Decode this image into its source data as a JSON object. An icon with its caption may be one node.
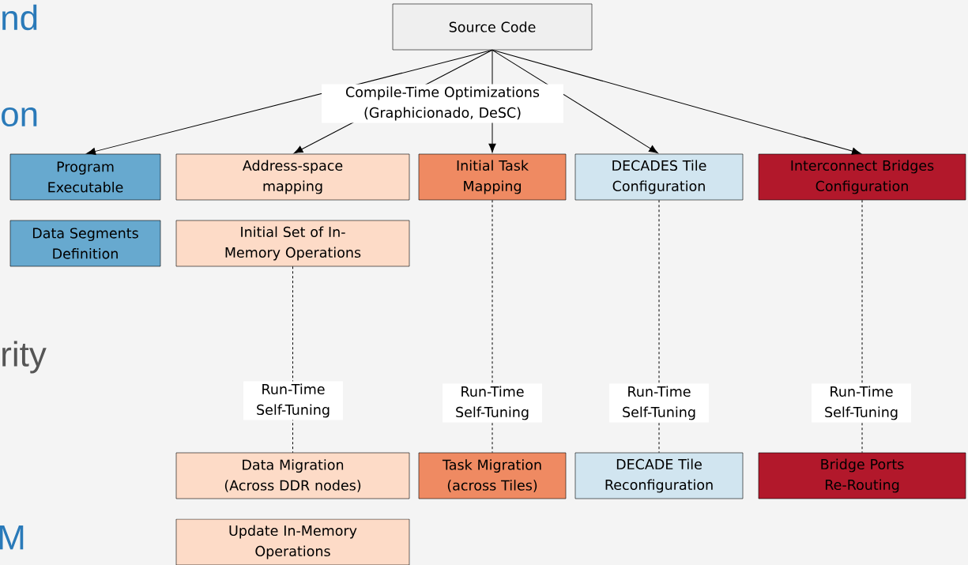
{
  "diagram": {
    "nodes": [
      {
        "text": [
          "Source Code"
        ]
      },
      {
        "text": [
          "Program Executable"
        ]
      },
      {
        "text": [
          "Address-space mapping"
        ]
      },
      {
        "text": [
          "Initial Task Mapping"
        ]
      },
      {
        "text": [
          "DECADES Tile Configuration"
        ]
      },
      {
        "text": [
          "Interconnect Bridges Configuration"
        ]
      },
      {
        "text": [
          "Data Segments Definition"
        ]
      },
      {
        "text": [
          "Initial Set of In-Memory Operations"
        ]
      },
      {
        "text": [
          "Data Migration (Across DDR nodes)"
        ]
      },
      {
        "text": [
          "Task Migration (across Tiles)"
        ]
      },
      {
        "text": [
          "DECADE Tile Reconfiguration"
        ]
      },
      {
        "text": [
          "Bridge Ports Re-Routing"
        ]
      },
      {
        "text": [
          "Update In-Memory Operations"
        ]
      }
    ],
    "edges": [
      {
        "from": 0,
        "to": 1,
        "arrow": "to"
      },
      {
        "from": 0,
        "to": 2,
        "arrow": "to"
      },
      {
        "from": 0,
        "to": 3,
        "arrow": "to",
        "label": "Compile-Time Optimizations (Graphicionado, DeSC)"
      },
      {
        "from": 0,
        "to": 4,
        "arrow": "to"
      },
      {
        "from": 0,
        "to": 5,
        "arrow": "to"
      },
      {
        "from": 7,
        "to": 8,
        "arrow": "none",
        "style": "dashed",
        "label": "Run-Time Self-Tuning"
      },
      {
        "from": 3,
        "to": 9,
        "arrow": "none",
        "style": "dashed",
        "label": "Run-Time Self-Tuning"
      },
      {
        "from": 4,
        "to": 10,
        "arrow": "none",
        "style": "dashed",
        "label": "Run-Time Self-Tuning"
      },
      {
        "from": 5,
        "to": 11,
        "arrow": "none",
        "style": "dashed",
        "label": "Run-Time Self-Tuning"
      }
    ],
    "labels": [
      "nd",
      "on",
      "rity",
      "M"
    ]
  }
}
